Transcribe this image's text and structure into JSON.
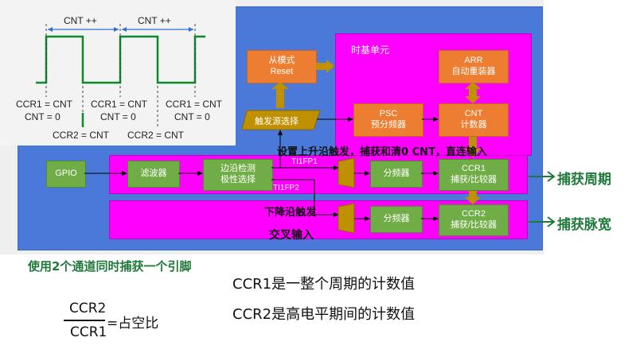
{
  "timing": {
    "cnt_label_1": "CNT ++",
    "cnt_label_2": "CNT ++",
    "ccr1_1": "CCR1 = CNT",
    "cnt0_1": "CNT = 0",
    "ccr1_2": "CCR1 = CNT",
    "cnt0_2": "CNT = 0",
    "ccr1_3": "CCR1 = CNT",
    "cnt0_3": "CNT = 0",
    "ccr2_1": "CCR2 = CNT",
    "ccr2_2": "CCR2 = CNT"
  },
  "blocks": {
    "slave_mode": [
      "从模式",
      "Reset"
    ],
    "timebase_title": "时基单元",
    "arr": [
      "ARR",
      "自动重装器"
    ],
    "trigger_select": "触发源选择",
    "psc": [
      "PSC",
      "预分频器"
    ],
    "cnt": [
      "CNT",
      "计数器"
    ],
    "gpio": "GPIO",
    "filter": "滤波器",
    "edge": [
      "边沿检测",
      "极性选择"
    ],
    "prescaler_1": "分频器",
    "prescaler_2": "分频器",
    "ccr1": [
      "CCR1",
      "捕获/比较器"
    ],
    "ccr2": [
      "CCR2",
      "捕获/比较器"
    ],
    "ti1fp1": "TI1FP1",
    "ti1fp2": "TI1FP2"
  },
  "handwriting": {
    "rising_note": "设置上升沿触发，捕获和清0 CNT，直连输入",
    "falling_note_1": "下降沿触发",
    "falling_note_2": "交叉输入",
    "capture_period": "捕获周期",
    "capture_pulse": "捕获脉宽",
    "two_channels": "使用2个通道同时捕获一个引脚",
    "ccr1_desc": "CCR1是一整个周期的计数值",
    "ccr2_desc": "CCR2是高电平期间的计数值",
    "frac_num": "CCR2",
    "frac_den": "CCR1",
    "frac_result": "=占空比"
  },
  "colors": {
    "blue": "#4a79d9",
    "magenta": "#ff00ff",
    "green": "#70ad47",
    "orange": "#ed7d31",
    "gold": "#bf9000",
    "wave_green": "#0a8a2a",
    "wave_blue": "#2e6fd6"
  }
}
